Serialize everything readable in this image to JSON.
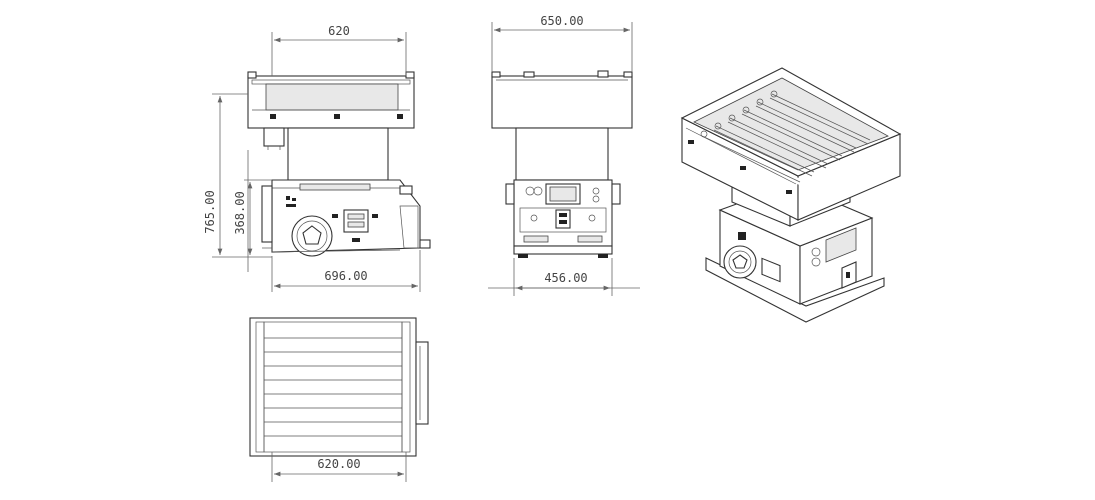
{
  "dimensions": {
    "front_top_width": "620",
    "front_total_height": "765.00",
    "front_base_height": "368.00",
    "front_base_width": "696.00",
    "side_top_width": "650.00",
    "side_base_width": "456.00",
    "top_view_width": "620.00"
  }
}
